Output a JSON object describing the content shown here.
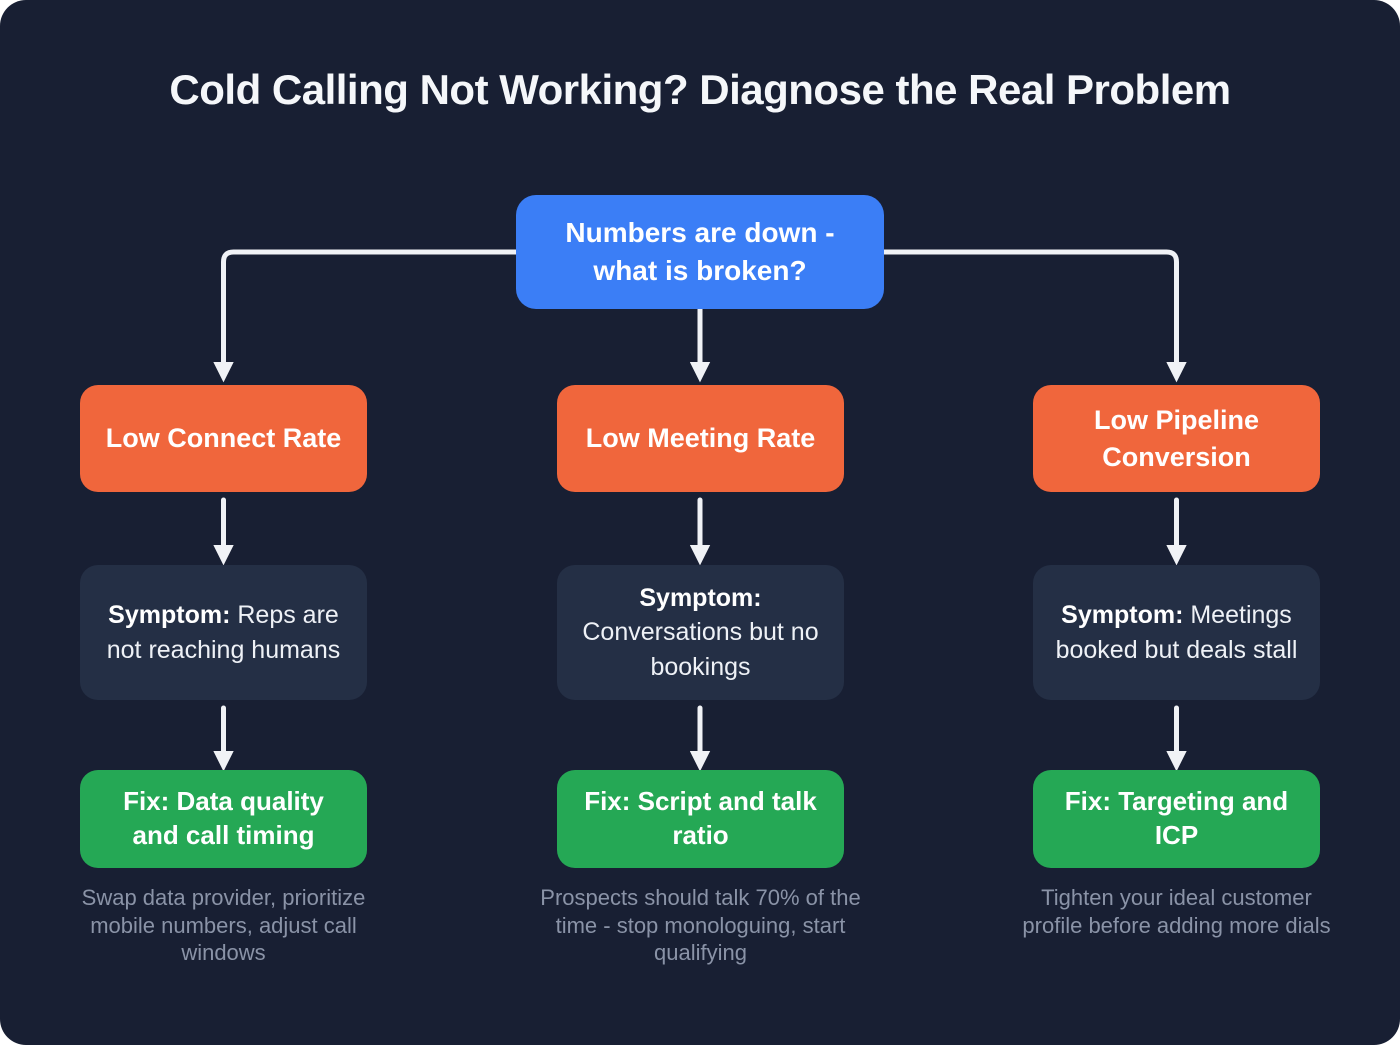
{
  "title": "Cold Calling Not Working? Diagnose the Real Problem",
  "root": {
    "label": "Numbers are down - what is broken?"
  },
  "columns": [
    {
      "problem": "Low Connect Rate",
      "symptom_label": "Symptom:",
      "symptom_text": "Reps are not reaching humans",
      "fix": "Fix: Data quality and call timing",
      "detail": "Swap data provider, prioritize mobile numbers, adjust call windows"
    },
    {
      "problem": "Low Meeting Rate",
      "symptom_label": "Symptom:",
      "symptom_text": "Conversations but no bookings",
      "fix": "Fix: Script and talk ratio",
      "detail": "Prospects should talk 70% of the time - stop monologuing, start qualifying"
    },
    {
      "problem": "Low Pipeline Conversion",
      "symptom_label": "Symptom:",
      "symptom_text": "Meetings booked but deals stall",
      "fix": "Fix: Targeting and ICP",
      "detail": "Tighten your ideal customer profile before adding more dials"
    }
  ],
  "colors": {
    "background": "#181f33",
    "root_node": "#3b7ef6",
    "problem_node": "#f0663c",
    "symptom_node": "#242f45",
    "fix_node": "#25a855",
    "arrow": "#f0f2f6",
    "title_text": "#f5f7fa",
    "detail_text": "#8a93a7"
  }
}
